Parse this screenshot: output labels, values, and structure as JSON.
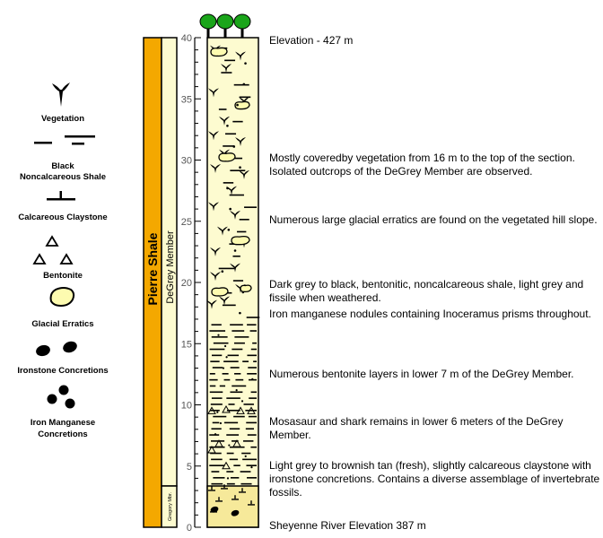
{
  "legend": {
    "vegetation": "Vegetation",
    "black_shale_line1": "Black",
    "black_shale_line2": "Noncalcareous Shale",
    "calcareous_claystone": "Calcareous Claystone",
    "bentonite": "Bentonite",
    "glacial_erratics": "Glacial Erratics",
    "ironstone": "Ironstone Concretions",
    "iron_manganese_line1": "Iron Manganese",
    "iron_manganese_line2": "Concretions"
  },
  "column": {
    "formation": "Pierre Shale",
    "member": "DeGrey Member",
    "lower_member": "Gregory Mbr.",
    "ticks": [
      "40",
      "35",
      "30",
      "25",
      "20",
      "15",
      "10",
      "5",
      "0"
    ],
    "tick_values": [
      40,
      35,
      30,
      25,
      20,
      15,
      10,
      5,
      0
    ],
    "gregory_top_m": 3.5,
    "colors": {
      "formation": "#f4a800",
      "column_fill": "#fdfbd0",
      "gregory_fill": "#f6e99a",
      "tree": "#1aa51a"
    }
  },
  "descriptions": {
    "top_elevation": "Elevation - 427 m",
    "vegetation_cover": "Mostly coveredby vegetation from 16 m to the top of the section.  Isolated outcrops of the DeGrey Member are observed.",
    "glacial": "Numerous large glacial erratics are found on the vegetated hill slope.",
    "shale": "Dark grey to black, bentonitic, noncalcareous shale, light grey and fissile when weathered.",
    "nodules": "Iron manganese nodules containing Inoceramus prisms throughout.",
    "bentonite": "Numerous bentonite layers in lower 7 m of the DeGrey Member.",
    "fossils": "Mosasaur and shark remains in lower 6 meters of the DeGrey Member.",
    "claystone": "Light grey to brownish tan (fresh), slightly calcareous claystone with ironstone concretions.  Contains a diverse assemblage of invertebrate fossils.",
    "bottom_elevation": "Sheyenne River Elevation 387 m"
  }
}
